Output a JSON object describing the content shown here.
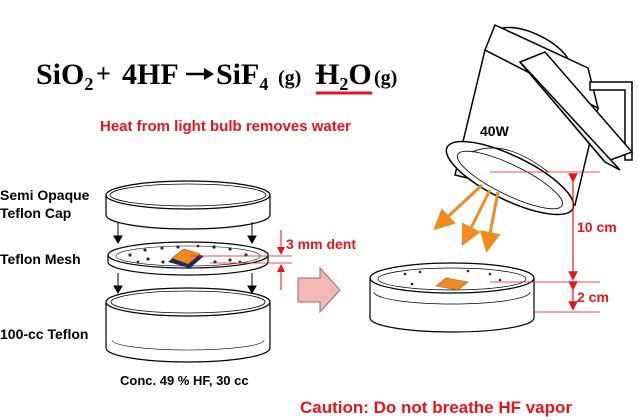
{
  "equation": {
    "reactant1": "SiO",
    "reactant1_sub": "2",
    "plus1": "+",
    "reactant2": "4HF",
    "product1": "SiF",
    "product1_sub": "4",
    "product1_state": "(g)",
    "plus2": "+",
    "product2_h": "H",
    "product2_sub": "2",
    "product2_o": "O",
    "product2_state": "(g)"
  },
  "heat_note": "Heat from light bulb removes water",
  "labels": {
    "cap_line1": "Semi Opaque",
    "cap_line2": "Teflon Cap",
    "mesh": "Teflon Mesh",
    "container": "100-cc Teflon",
    "dent": "3 mm dent",
    "hf": "Conc. 49 % HF, 30 cc",
    "bulb": "40W",
    "distance": "10 cm",
    "height": "2 cm",
    "caution": "Caution: Do not breathe HF vapor"
  },
  "colors": {
    "red": "#e8141c",
    "orange": "#f28a1e",
    "sample": "#f08a24",
    "arrow_pink": "#f4b8b8",
    "navy": "#1a2a5c"
  },
  "icons": [
    "down-arrow-icon",
    "big-right-arrow-icon",
    "heat-ray-arrow-icon",
    "dimension-arrow-icon"
  ]
}
